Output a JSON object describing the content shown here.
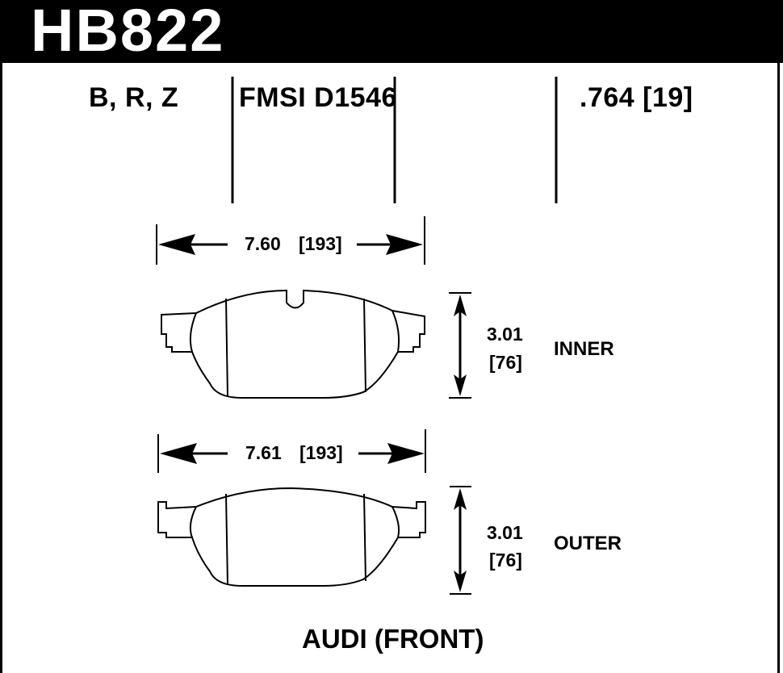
{
  "part_number": "HB822",
  "compounds": "B, R, Z",
  "fmsi": "FMSI D1546",
  "thickness": ".764 [19]",
  "inner_pad": {
    "width": "7.60",
    "width_mm": "[193]",
    "height": "3.01",
    "height_mm": "[76]",
    "label": "INNER"
  },
  "outer_pad": {
    "width": "7.61",
    "width_mm": "[193]",
    "height": "3.01",
    "height_mm": "[76]",
    "label": "OUTER"
  },
  "application": "AUDI (FRONT)"
}
